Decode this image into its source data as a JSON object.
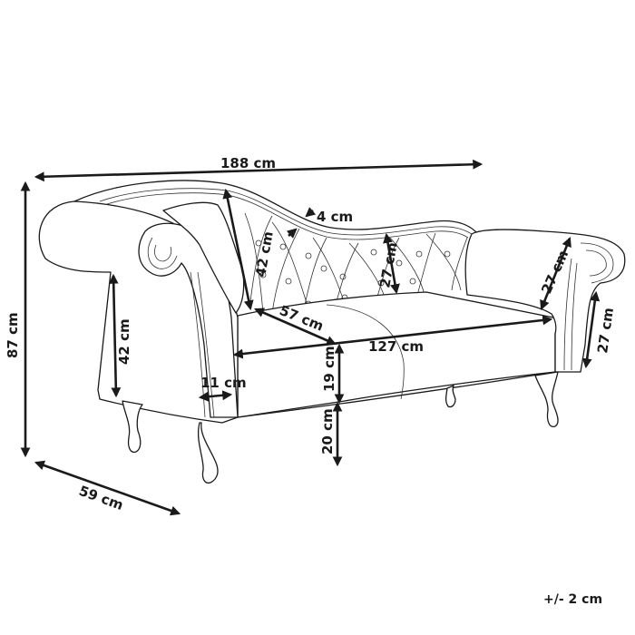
{
  "diagram": {
    "subject": "chaise longue sofa dimension drawing",
    "colors": {
      "line": "#1a1a1a",
      "background": "#ffffff"
    },
    "dimensions": {
      "total_width": "188 cm",
      "total_height": "87 cm",
      "total_depth": "59 cm",
      "backrest_height": "42 cm",
      "backrest_frame": "4 cm",
      "backrest_low_height": "27 cm",
      "seat_depth": "57 cm",
      "seat_width": "127 cm",
      "arm_height": "42 cm",
      "arm_width": "11 cm",
      "seat_cushion_height": "19 cm",
      "leg_height": "20 cm",
      "right_arm_depth": "27 cm",
      "right_arm_height": "27 cm"
    },
    "tolerance": "+/- 2 cm"
  }
}
